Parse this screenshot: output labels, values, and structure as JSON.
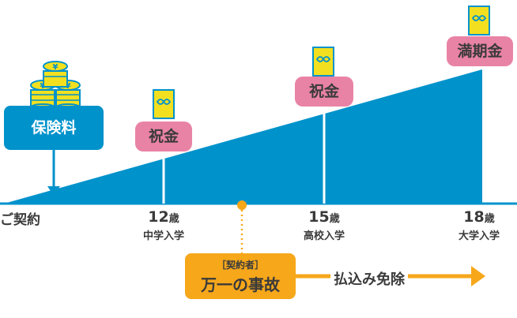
{
  "premium_label": "保険料",
  "start_label": "ご契約",
  "milestones": [
    {
      "age": "12",
      "unit": "歳",
      "stage": "中学入学",
      "benefit": "祝金"
    },
    {
      "age": "15",
      "unit": "歳",
      "stage": "高校入学",
      "benefit": "祝金"
    },
    {
      "age": "18",
      "unit": "歳",
      "stage": "大学入学",
      "benefit": "満期金"
    }
  ],
  "accident": {
    "tag": "［契約者］",
    "label": "万一の事故"
  },
  "exemption_label": "払込み免除",
  "coin_symbol": "¥",
  "colors": {
    "blue": "#0092cb",
    "pink": "#e983a6",
    "orange": "#f6a71a",
    "gold": "#f2e020"
  }
}
